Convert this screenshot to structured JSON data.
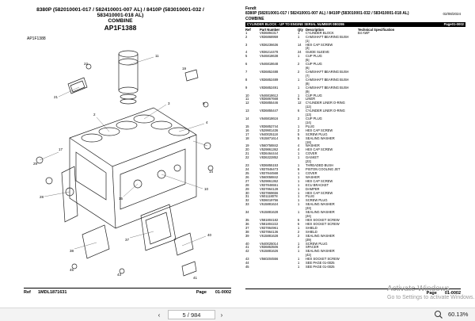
{
  "left_page": {
    "header_line1": "8380P (582010001-017 / 582410001-007 AL) / 8410P (583010001-032 / 583410001-018 AL)",
    "header_line2": "COMBINE",
    "header_line3": "AP1F1388",
    "figure_id": "AP1F1388",
    "footer_ref_label": "Ref",
    "footer_ref_value": "1MDL1871631",
    "footer_page_label": "Page",
    "footer_page_value": "01-0002"
  },
  "right_page": {
    "brand": "Fendt",
    "header_line1": "8380P (582010001-017 / 582410001-007 AL) / 8410P (583010001-032 / 583410001-018 AL)",
    "header_line2": "COMBINE",
    "date": "02/08/2024",
    "section_title": "CYLINDER BLOCK - UP TO ENGINE SERIAL NUMBER 0B0286",
    "section_page": "Page01-0002",
    "columns": [
      "Ref",
      "Part Number",
      "Qty",
      "Description",
      "Technical Specification"
    ],
    "rows": [
      [
        "1",
        "V836894317",
        "1",
        "CYLINDER BLOCK",
        "B4 AWF"
      ],
      [
        "2",
        "V836868959",
        "1",
        "CAMSHAFT BEARING BUSH",
        ""
      ],
      [
        "",
        "",
        "",
        "[1]",
        ""
      ],
      [
        "3",
        "V836236636",
        "14",
        "HEX CAP SCREW",
        ""
      ],
      [
        "",
        "",
        "",
        "[3]",
        ""
      ],
      [
        "4",
        "V836214478",
        "24",
        "GUIDE SLEEVE",
        ""
      ],
      [
        "5",
        "V646818638",
        "1",
        "CUP PLUG",
        ""
      ],
      [
        "",
        "",
        "",
        "[5]",
        ""
      ],
      [
        "6",
        "V646818648",
        "2",
        "CUP PLUG",
        ""
      ],
      [
        "",
        "",
        "",
        "[6]",
        ""
      ],
      [
        "7",
        "V836852488",
        "2",
        "CAMSHAFT BEARING BUSH",
        ""
      ],
      [
        "",
        "",
        "",
        "[7]",
        ""
      ],
      [
        "8",
        "V836852489",
        "1",
        "CAMSHAFT BEARING BUSH",
        ""
      ],
      [
        "",
        "",
        "",
        "[8]",
        ""
      ],
      [
        "9",
        "V836852491",
        "1",
        "CAMSHAFT BEARING BUSH",
        ""
      ],
      [
        "",
        "",
        "",
        "[9]",
        ""
      ],
      [
        "10",
        "V646818612",
        "1",
        "CUP PLUG",
        ""
      ],
      [
        "11",
        "V836867668",
        "6",
        "LINER",
        ""
      ],
      [
        "12",
        "V836855446",
        "12",
        "CYLINDER LINER O-RING",
        ""
      ],
      [
        "",
        "",
        "",
        "[12]",
        ""
      ],
      [
        "13",
        "V836855447",
        "6",
        "CYLINDER LINER O-RING",
        ""
      ],
      [
        "",
        "",
        "",
        "[13]",
        ""
      ],
      [
        "14",
        "V646818616",
        "2",
        "CUP PLUG",
        ""
      ],
      [
        "",
        "",
        "",
        "[14]",
        ""
      ],
      [
        "15",
        "V836852744",
        "1",
        "PLUG",
        ""
      ],
      [
        "16",
        "V529901436",
        "2",
        "HEX CAP SCREW",
        ""
      ],
      [
        "17",
        "V640025118",
        "5",
        "SCREW PLUG",
        ""
      ],
      [
        "18",
        "V615871614",
        "5",
        "SEALING WASHER",
        ""
      ],
      [
        "",
        "",
        "",
        "[18]",
        ""
      ],
      [
        "19",
        "V560758842",
        "4",
        "WASHER",
        ""
      ],
      [
        "20",
        "V529861362",
        "4",
        "HEX CAP SCREW",
        ""
      ],
      [
        "21",
        "V836464444",
        "1",
        "COVER",
        ""
      ],
      [
        "22",
        "V836322852",
        "1",
        "GASKET",
        ""
      ],
      [
        "",
        "",
        "",
        "[22]",
        ""
      ],
      [
        "23",
        "V836855153",
        "1",
        "THREADED BUSH",
        ""
      ],
      [
        "24",
        "V837846473",
        "6",
        "PISTON COOLING JET",
        ""
      ],
      [
        "25",
        "V837844568",
        "1",
        "COVER",
        ""
      ],
      [
        "26",
        "V560058842",
        "1",
        "WASHER",
        ""
      ],
      [
        "27",
        "V529861362",
        "1",
        "HEX CAP SCREW",
        ""
      ],
      [
        "28",
        "V837846551",
        "1",
        "ECU BRACKET",
        ""
      ],
      [
        "29",
        "V837864128",
        "1",
        "DAMPER",
        ""
      ],
      [
        "30",
        "V837869656",
        "1",
        "HEX CAP SCREW",
        ""
      ],
      [
        "31",
        "V601118078",
        "1",
        "PLUG",
        ""
      ],
      [
        "32",
        "V836019756",
        "1",
        "SCREW PLUG",
        ""
      ],
      [
        "33",
        "V615881624",
        "1",
        "SEALING WASHER",
        ""
      ],
      [
        "",
        "",
        "",
        "[33]",
        ""
      ],
      [
        "34",
        "V615881628",
        "1",
        "SEALING WASHER",
        ""
      ],
      [
        "",
        "",
        "",
        "[34]",
        ""
      ],
      [
        "35",
        "V581804182",
        "6",
        "HEX SOCKET SCREW",
        ""
      ],
      [
        "36",
        "V581804222",
        "6",
        "HEX SOCKET SCREW",
        ""
      ],
      [
        "37",
        "V837864961",
        "1",
        "SHIELD",
        ""
      ],
      [
        "38",
        "V837864136",
        "2",
        "SHIELD",
        ""
      ],
      [
        "39",
        "V615881628",
        "2",
        "SEALING WASHER",
        ""
      ],
      [
        "",
        "",
        "",
        "[39]",
        ""
      ],
      [
        "40",
        "V640025014",
        "1",
        "SCREW PLUG",
        ""
      ],
      [
        "41",
        "V836853506",
        "2",
        "SPACER",
        ""
      ],
      [
        "42",
        "V615881626",
        "1",
        "SEALING WASHER",
        ""
      ],
      [
        "",
        "",
        "",
        "[42]",
        ""
      ],
      [
        "43",
        "V560204556",
        "1",
        "HEX SOCKET SCREW",
        ""
      ],
      [
        "44",
        "",
        "1",
        "SEE PAGE 01-0025",
        ""
      ],
      [
        "45",
        "",
        "1",
        "SEE PAGE 01-0025",
        ""
      ]
    ],
    "footer_page_label": "Page",
    "footer_page_value": "01-0002"
  },
  "watermark": {
    "line1": "Activate Windows",
    "line2": "Go to Settings to activate Windows."
  },
  "toolbar": {
    "page_indicator": "5 / 984",
    "zoom": "60.13%",
    "prev_icon": "chevron-left-icon",
    "next_icon": "chevron-right-icon",
    "zoom_icon": "zoom-icon"
  }
}
